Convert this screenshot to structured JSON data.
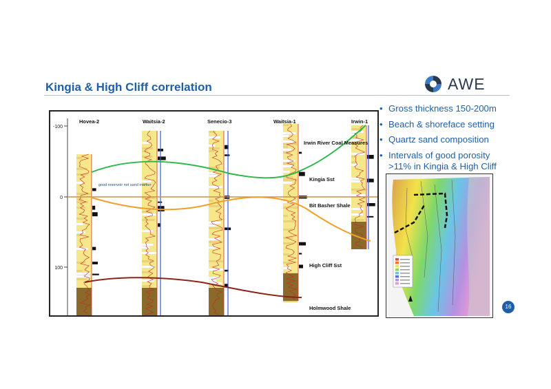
{
  "slide": {
    "title": "Kingia & High Cliff correlation",
    "page_number": "16"
  },
  "logo": {
    "text": "AWE"
  },
  "bullets": [
    "Gross thickness 150-200m",
    "Beach & shoreface setting",
    "Quartz sand composition",
    "Intervals of good porosity >11% in Kingia & High Cliff"
  ],
  "correlation": {
    "wells": [
      "Hovea-2",
      "Waitsia-2",
      "Senecio-3",
      "Waitsia-1",
      "Irwin-1"
    ],
    "depth_ticks": [
      "-100",
      "0",
      "100"
    ],
    "formations": [
      "Irwin River Coal Measures",
      "Kingia Sst",
      "Bit Basher Shale",
      "High Cliff Sst",
      "Holmwood Shale"
    ],
    "annotation": "good reservoir net sand marker",
    "colors": {
      "kingia_top": "#2db84a",
      "datum": "#c9924a",
      "bit_basher": "#f0a02a",
      "high_cliff_base": "#8b2318",
      "sand": "#f5e78a",
      "shale": "#8a6a2a",
      "gamma": "#cc2222"
    }
  }
}
